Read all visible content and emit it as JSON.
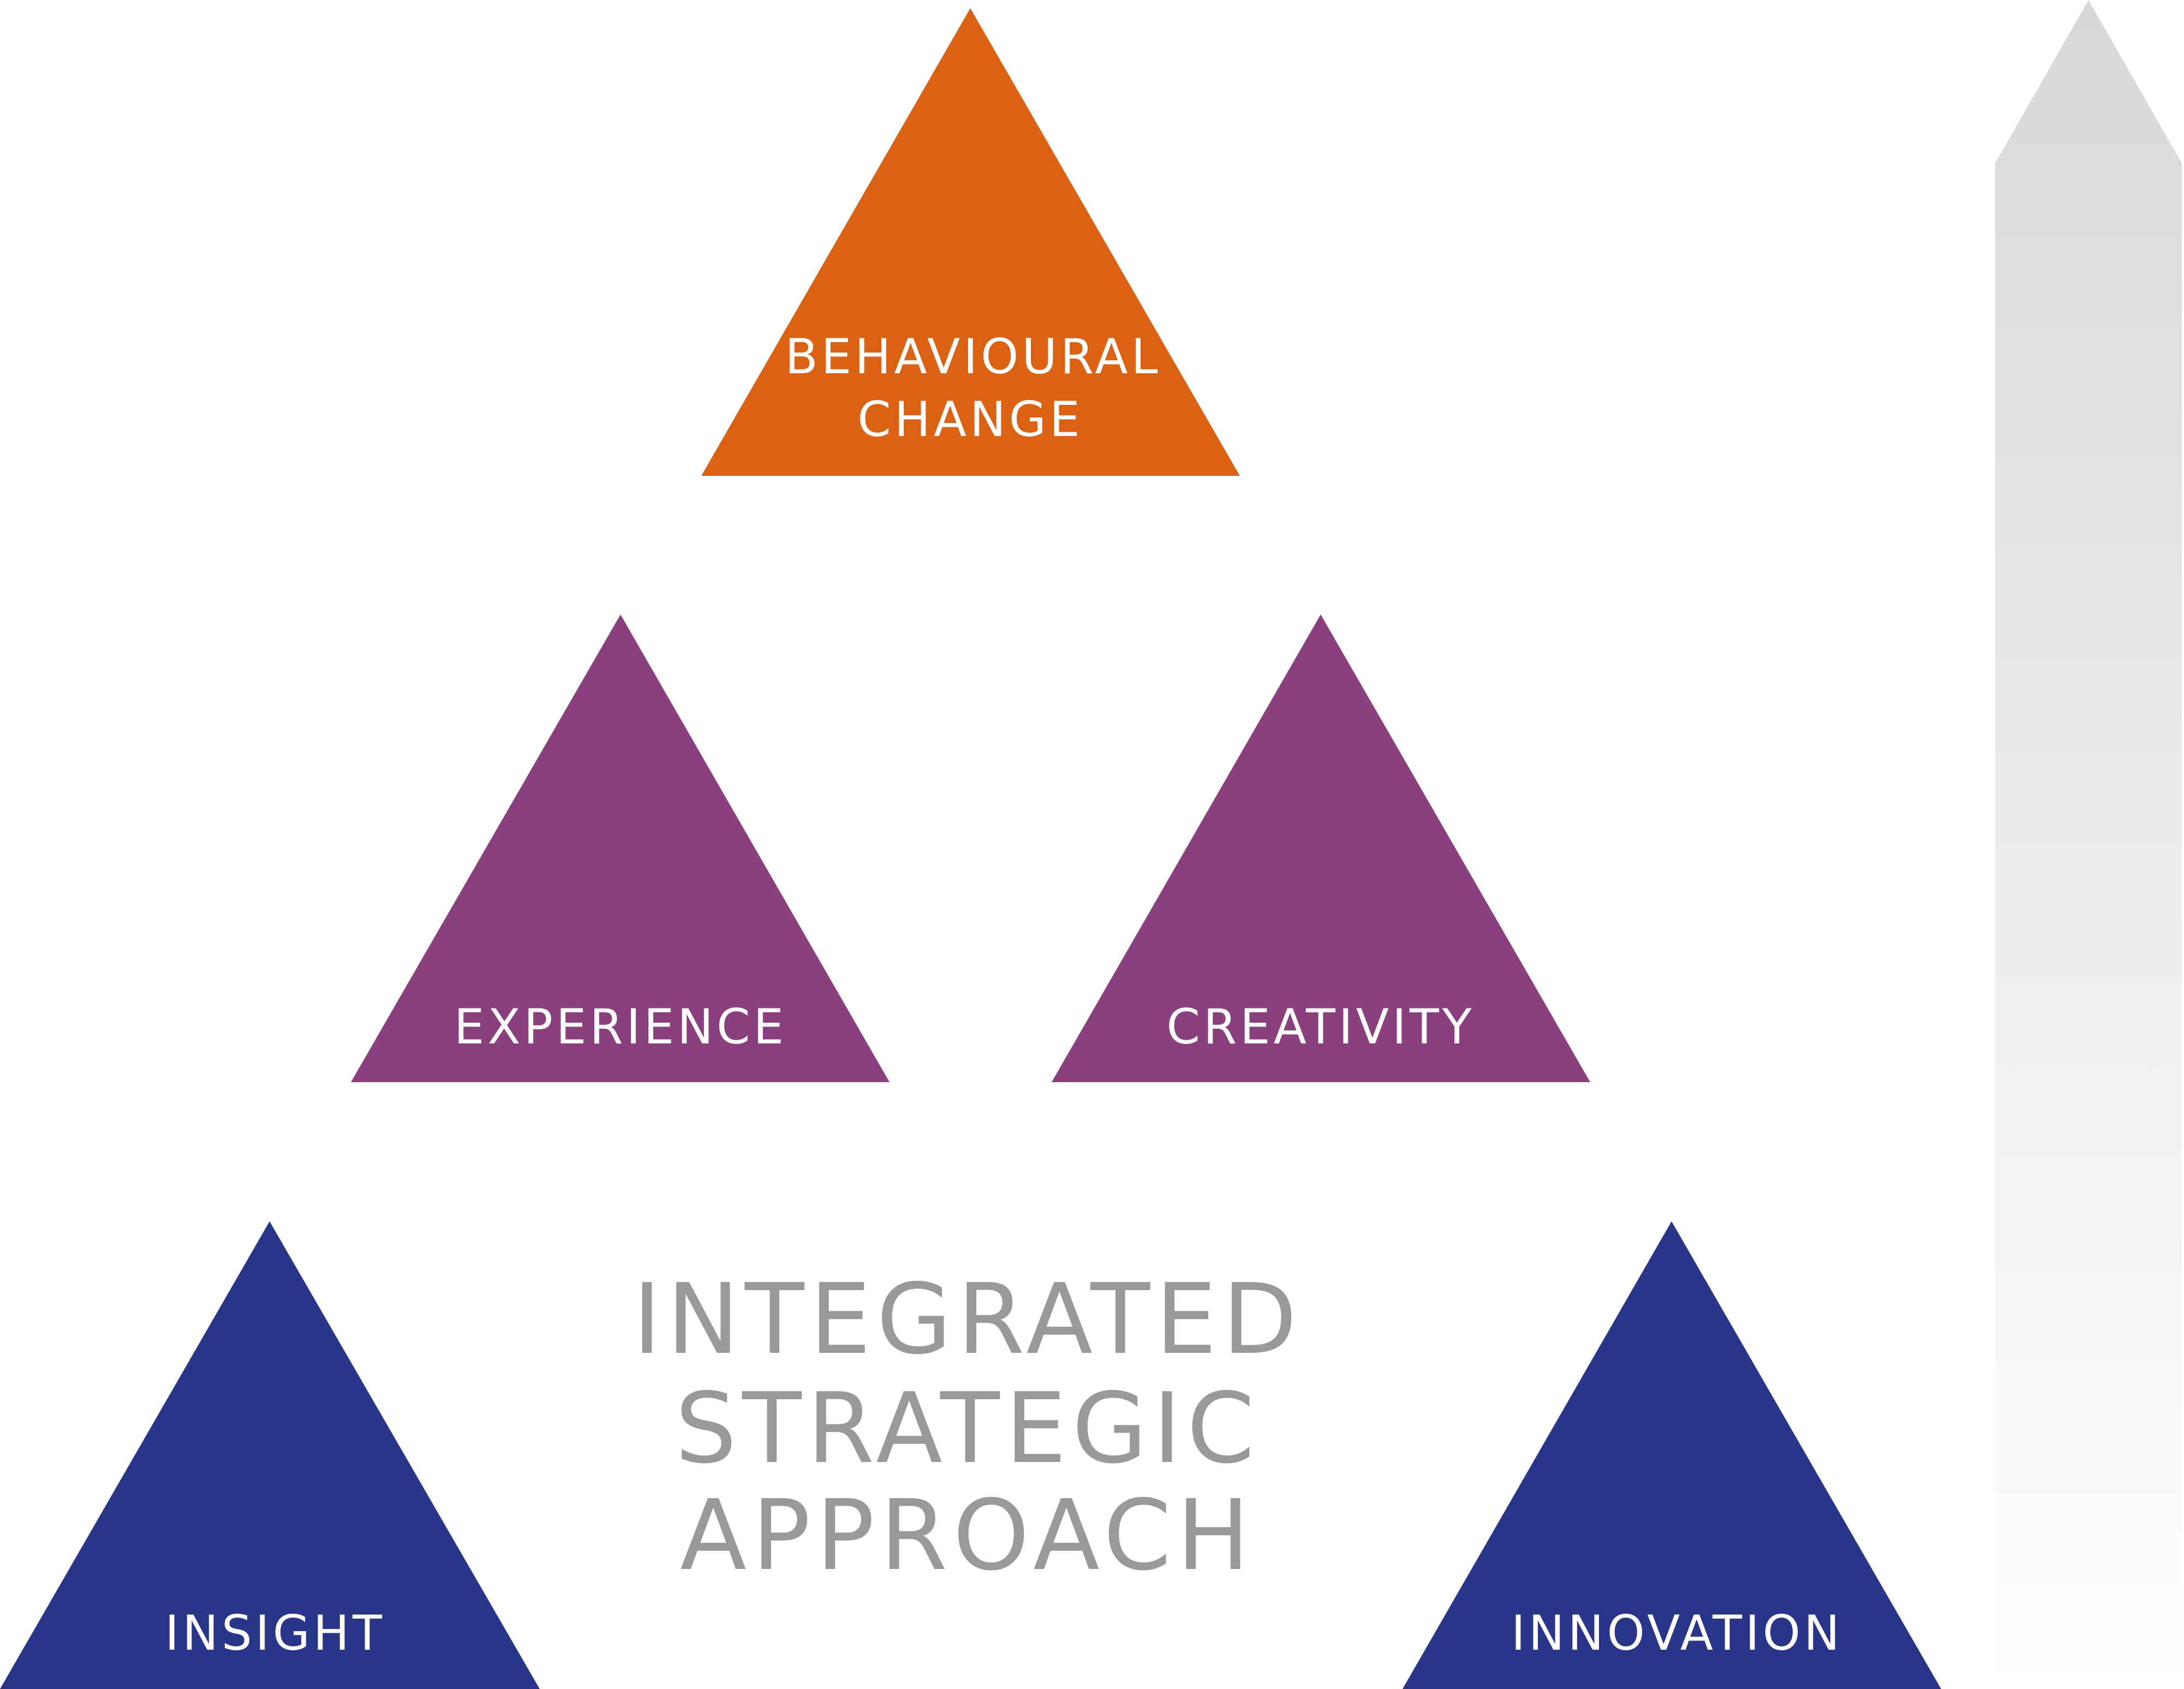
{
  "colors": {
    "top": "#DB6213",
    "middle": "#8A407E",
    "bottom": "#283589",
    "title_text": "#999999",
    "arrow_top": "#D8D8D8",
    "arrow_bottom": "#FFFFFF"
  },
  "triangles": {
    "behavioural_change": {
      "line1": "BEHAVIOURAL",
      "line2": "CHANGE"
    },
    "experience": {
      "label": "EXPERIENCE"
    },
    "creativity": {
      "label": "CREATIVITY"
    },
    "insight": {
      "label": "INSIGHT"
    },
    "innovation": {
      "label": "INNOVATION"
    }
  },
  "center_title": {
    "line1": "INTEGRATED",
    "line2": "STRATEGIC",
    "line3": "APPROACH"
  }
}
